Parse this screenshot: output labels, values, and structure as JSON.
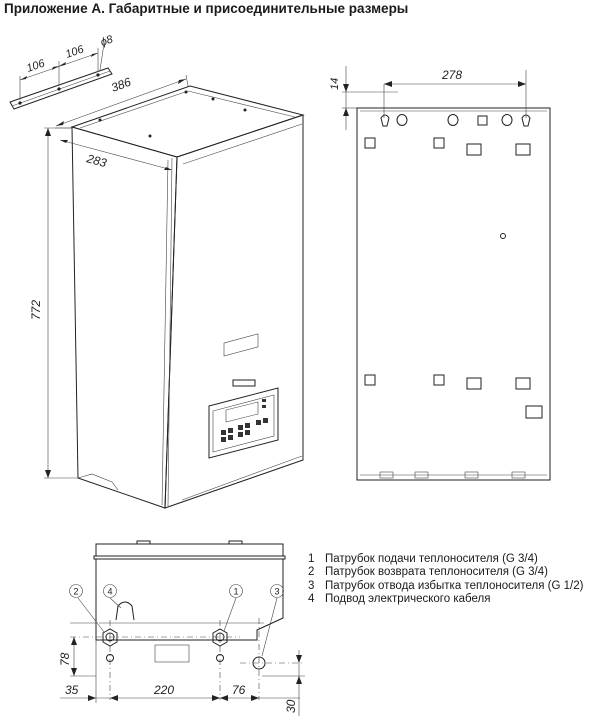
{
  "title": "Приложение А. Габаритные и присоединительные размеры",
  "bracket": {
    "dim_a": "106",
    "dim_b": "106",
    "hole": "ϕ8"
  },
  "perspective": {
    "width": "386",
    "depth": "283",
    "height": "772"
  },
  "back_view": {
    "top_offset": "14",
    "hole_spacing": "278"
  },
  "bottom_view": {
    "markers": [
      "1",
      "2",
      "3",
      "4"
    ],
    "dim_left": "35",
    "dim_spacing": "220",
    "dim_right": "76",
    "dim_height": "78",
    "dim_bottom": "30"
  },
  "legend": [
    {
      "num": "1",
      "text": "Патрубок подачи теплоносителя (G 3/4)"
    },
    {
      "num": "2",
      "text": "Патрубок возврата теплоносителя (G 3/4)"
    },
    {
      "num": "3",
      "text": "Патрубок отвода избытка теплоносителя (G 1/2)"
    },
    {
      "num": "4",
      "text": "Подвод электрического кабеля"
    }
  ]
}
